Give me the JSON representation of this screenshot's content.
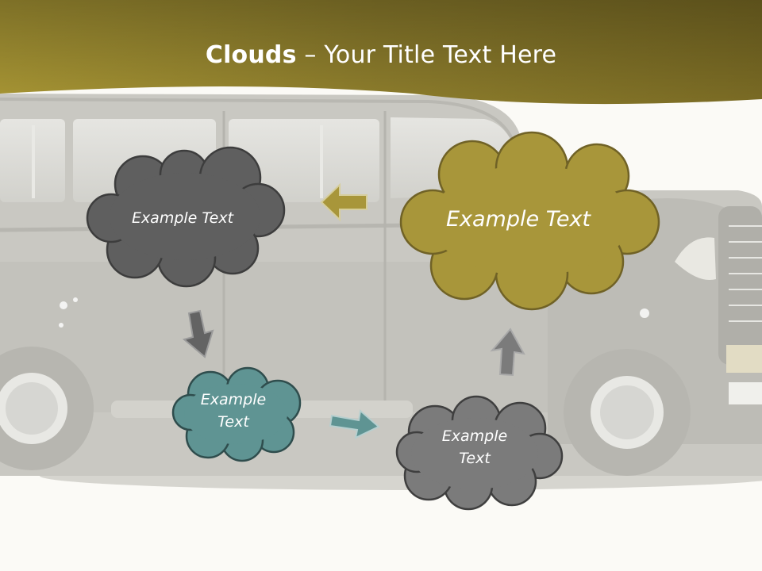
{
  "slide": {
    "title_bold": "Clouds",
    "title_dash": "–",
    "title_rest": "Your Title Text Here"
  },
  "clouds": [
    {
      "id": "top-left",
      "text": "Example Text",
      "color": "#5f5f5f"
    },
    {
      "id": "top-right",
      "text": "Example Text",
      "color": "#a8963a"
    },
    {
      "id": "bottom-left",
      "text_line1": "Example",
      "text_line2": "Text",
      "color": "#5f9493"
    },
    {
      "id": "bottom-right",
      "text_line1": "Example",
      "text_line2": "Text",
      "color": "#7b7b7b"
    }
  ],
  "colors": {
    "header_gold": "#8a7a2e",
    "background": "#fbfaf6",
    "car_gray": "#c9c8c2"
  },
  "icons": {
    "arrow_left": "arrow-left-icon",
    "arrow_down": "arrow-down-icon",
    "arrow_right": "arrow-right-icon",
    "arrow_up": "arrow-up-icon"
  }
}
